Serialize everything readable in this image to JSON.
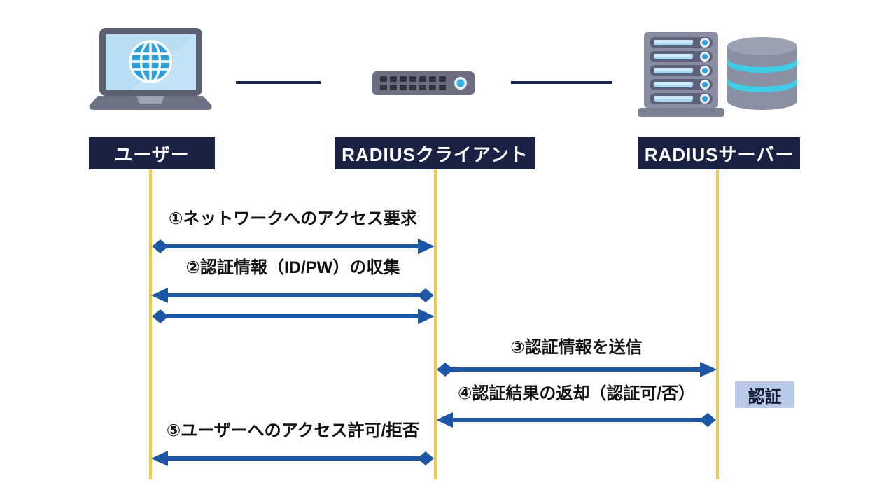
{
  "actors": [
    {
      "label": "ユーザー",
      "icon": "laptop-globe-icon"
    },
    {
      "label": "RADIUSクライアント",
      "icon": "network-switch-icon"
    },
    {
      "label": "RADIUSサーバー",
      "icon": "server-database-icon"
    }
  ],
  "messages": [
    {
      "label": "①ネットワークへのアクセス要求",
      "from": "ユーザー",
      "to": "RADIUSクライアント",
      "direction": "right"
    },
    {
      "label": "②認証情報（ID/PW）の収集",
      "from": "RADIUSクライアント",
      "to": "ユーザー",
      "direction": "left-then-right"
    },
    {
      "label": "③認証情報を送信",
      "from": "RADIUSクライアント",
      "to": "RADIUSサーバー",
      "direction": "right"
    },
    {
      "label": "④認証結果の返却（認証可/否）",
      "from": "RADIUSサーバー",
      "to": "RADIUSクライアント",
      "direction": "left"
    },
    {
      "label": "⑤ユーザーへのアクセス許可/拒否",
      "from": "RADIUSクライアント",
      "to": "ユーザー",
      "direction": "left"
    }
  ],
  "auth_note": {
    "label": "認証"
  },
  "colors": {
    "actor_box_navy": "#1a2142",
    "arrow_blue": "#1d56a5",
    "lifeline_yellow": "#f2cb4d",
    "connector_navy": "#1b2750",
    "note_bg": "#b9c9e8",
    "message_text": "#111111"
  }
}
